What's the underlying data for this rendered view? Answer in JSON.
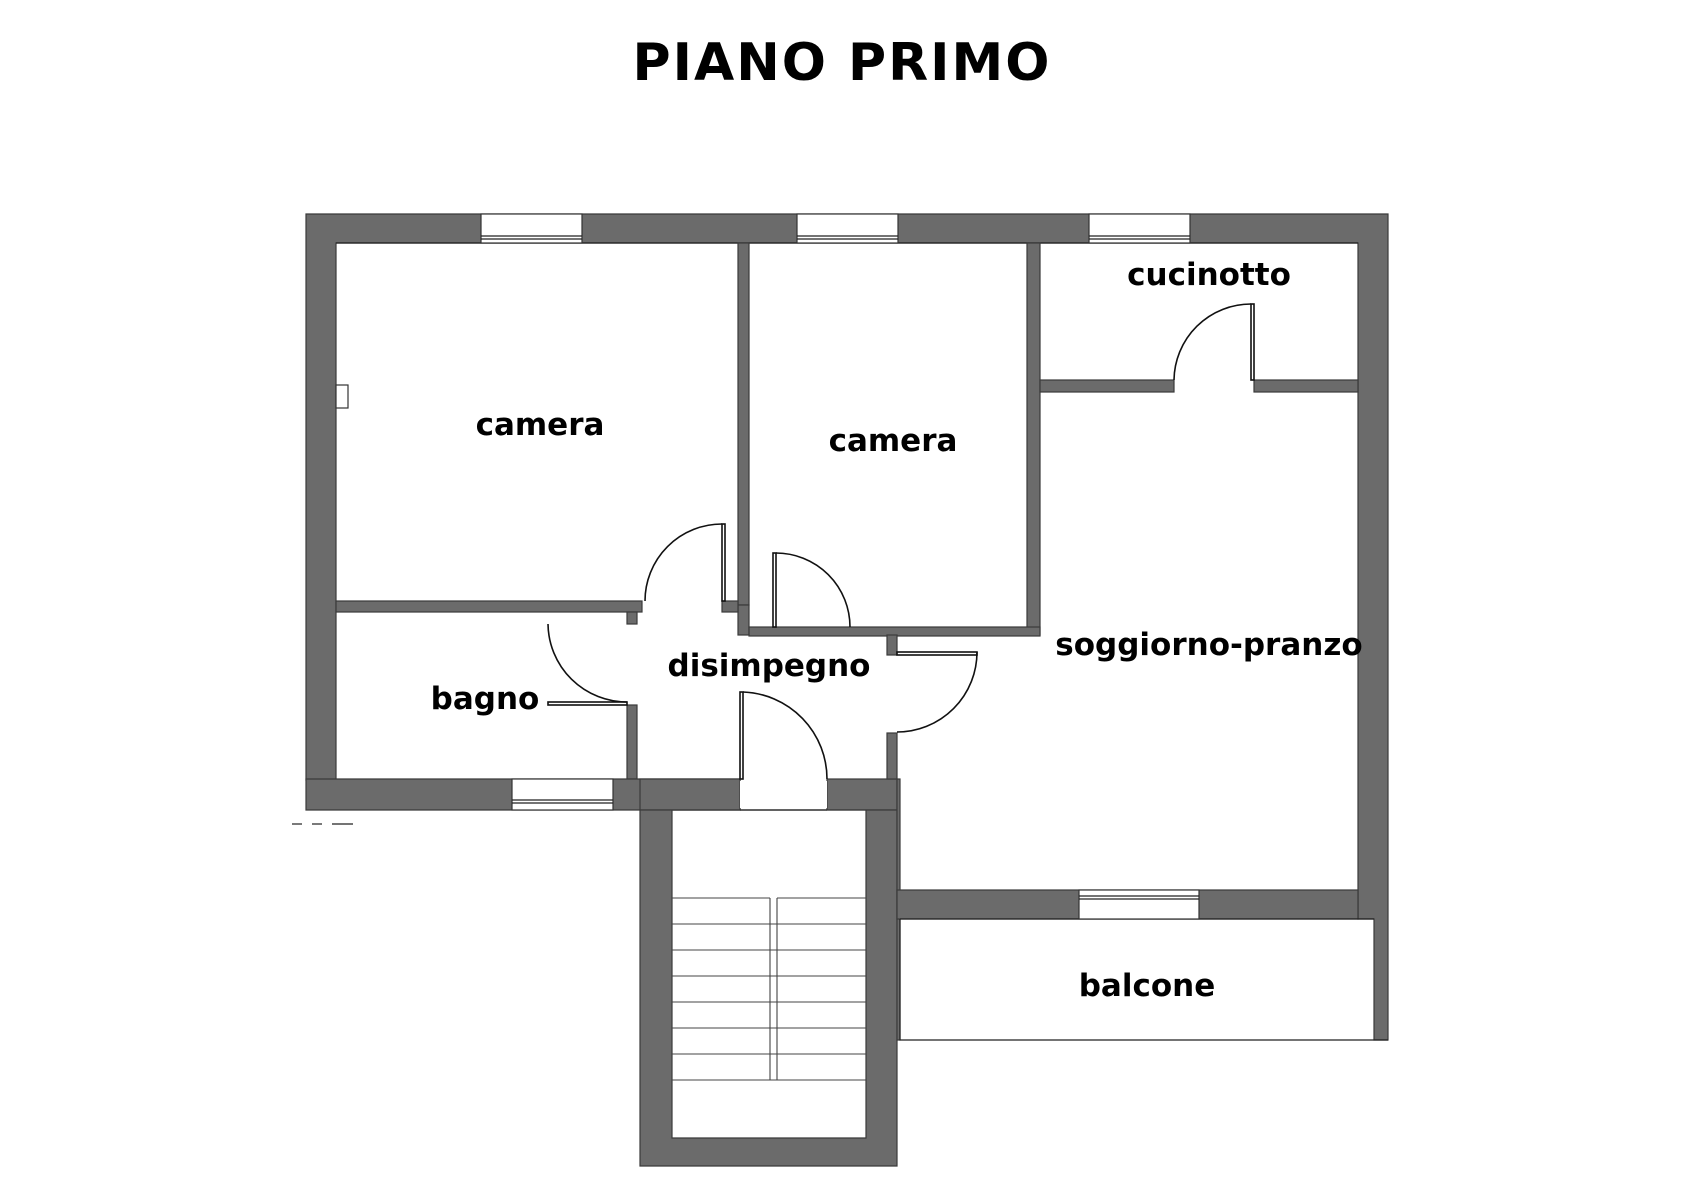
{
  "title": "PIANO PRIMO",
  "rooms": {
    "camera_1": "camera",
    "camera_2": "camera",
    "cucinotto": "cucinotto",
    "soggiorno": "soggiorno-pranzo",
    "disimpegno": "disimpegno",
    "bagno": "bagno",
    "balcone": "balcone"
  },
  "colors": {
    "wall": "#6b6b6b",
    "text": "#000000",
    "background": "#ffffff"
  }
}
